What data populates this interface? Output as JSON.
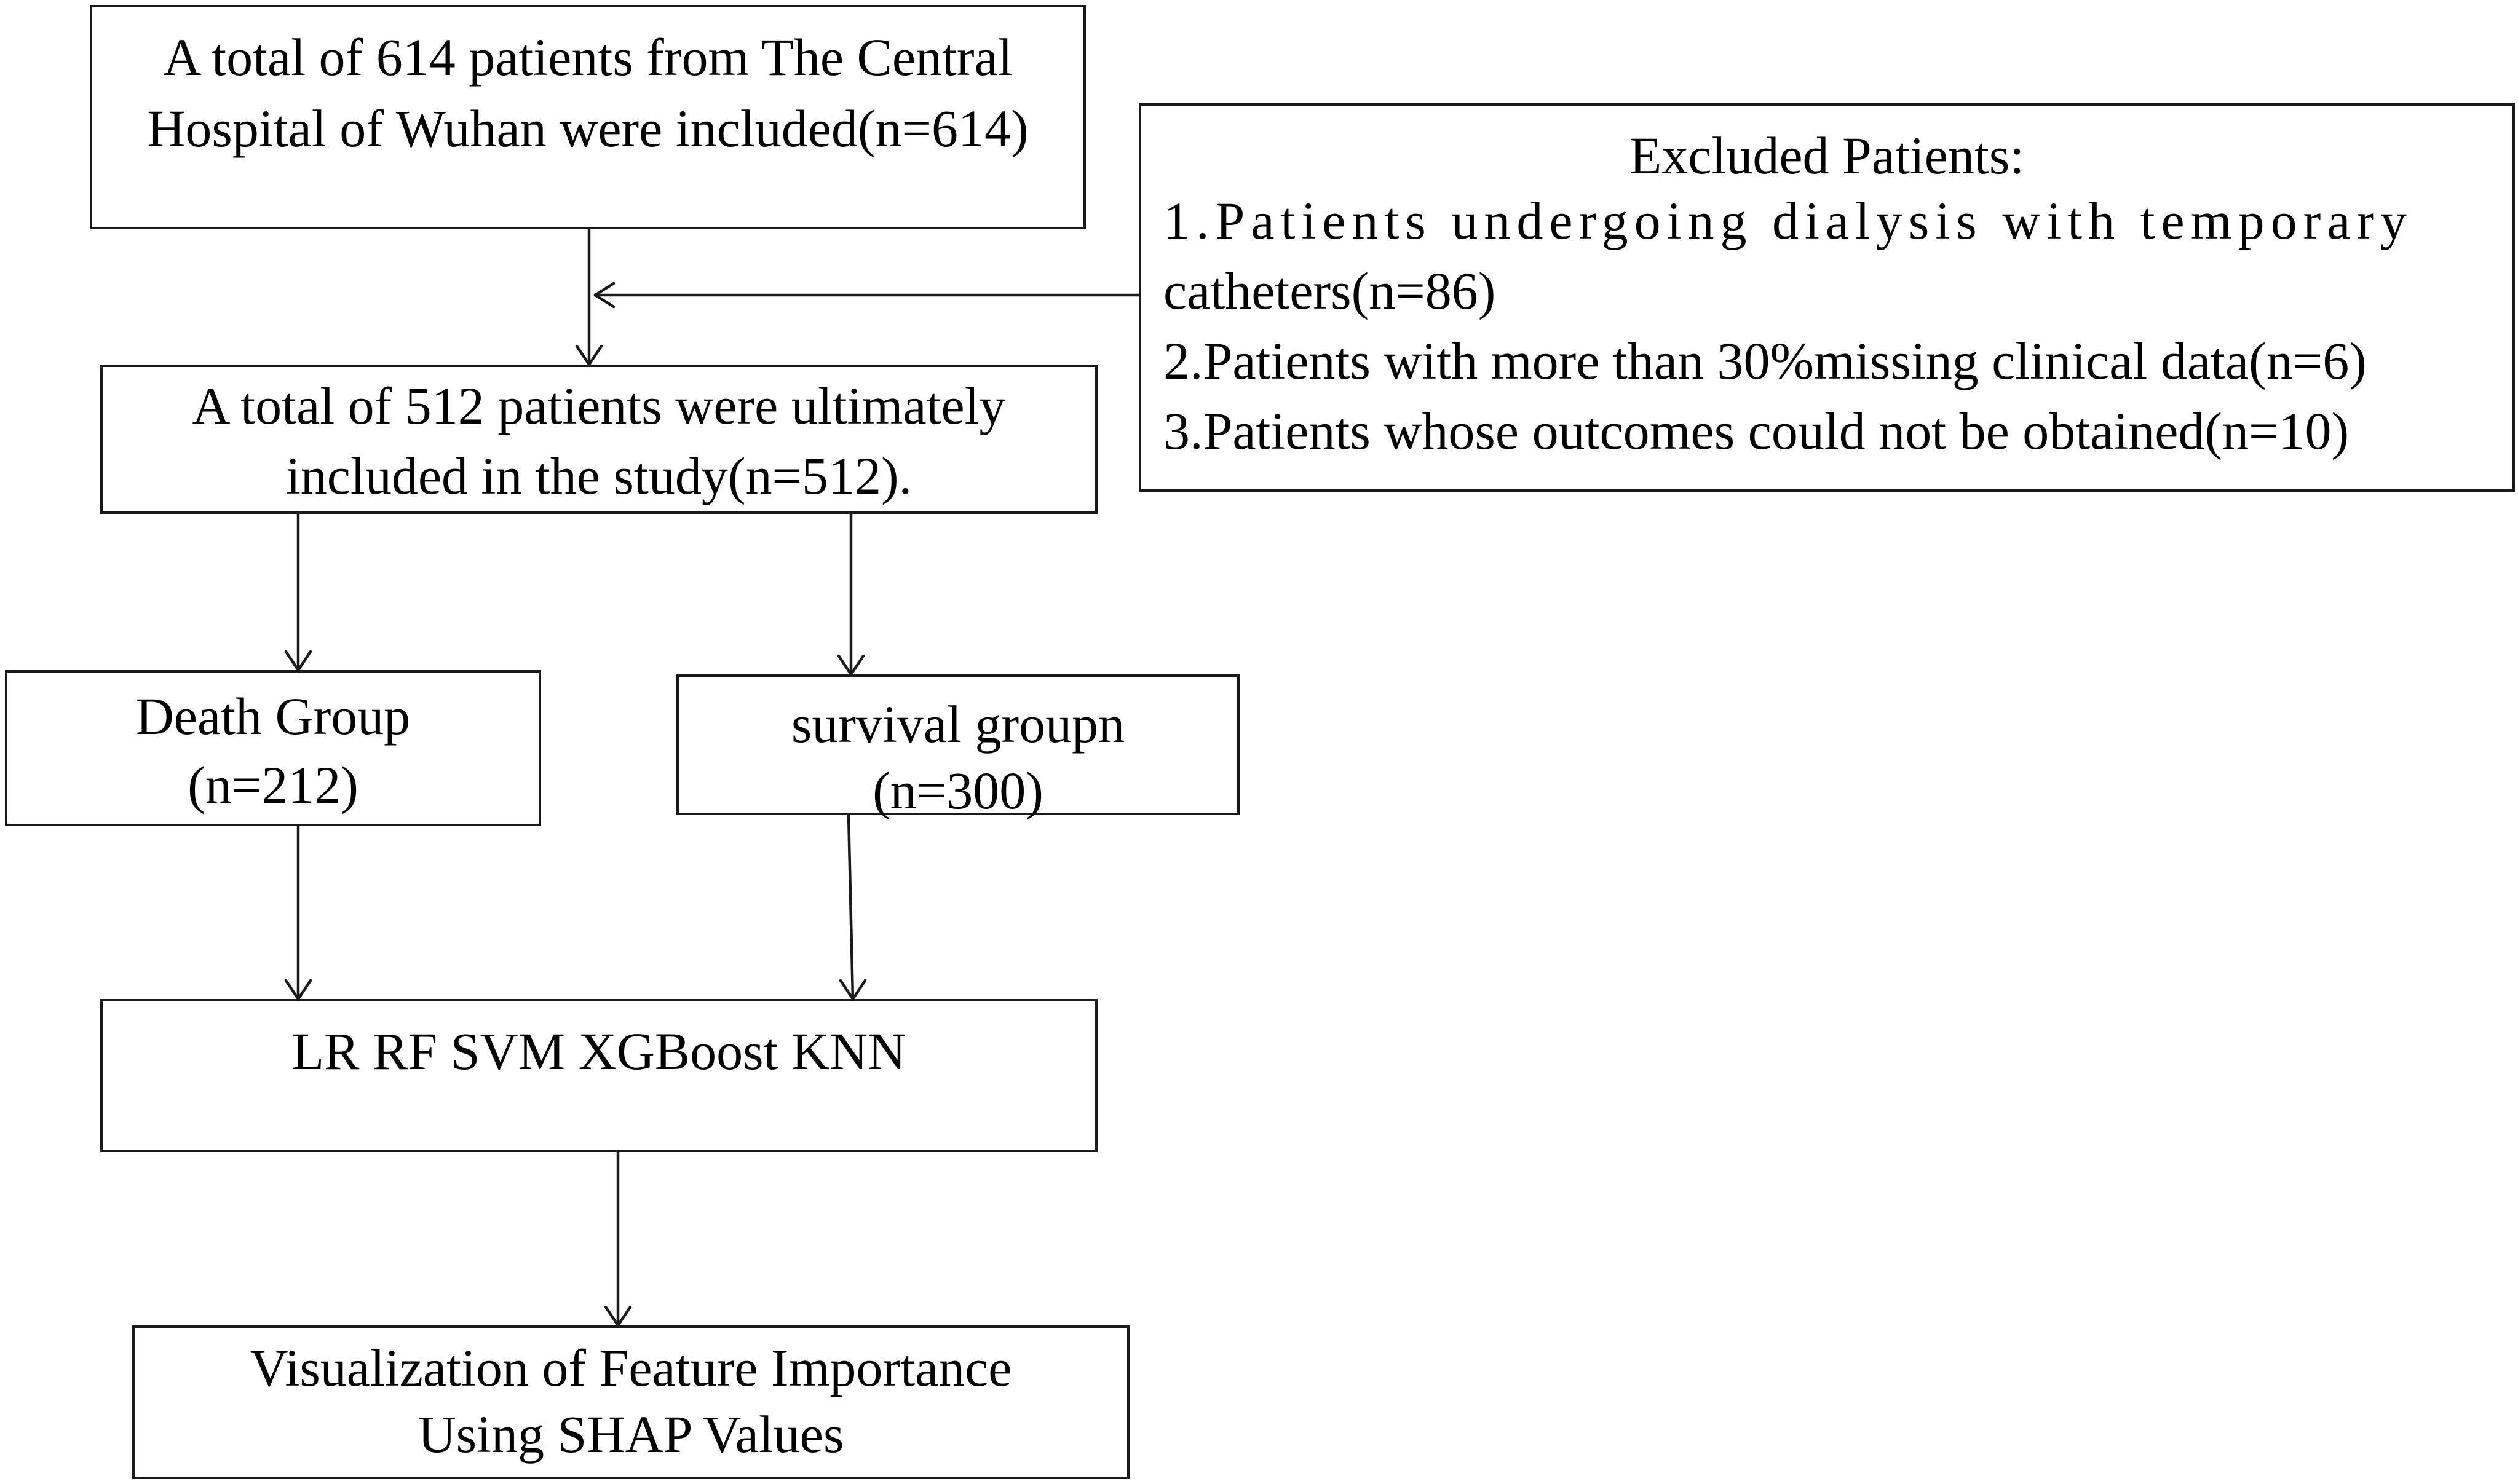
{
  "flowchart": {
    "start": {
      "line1": "A total of 614 patients from The Central",
      "line2": "Hospital of Wuhan were included(n=614)"
    },
    "excluded": {
      "title": "Excluded Patients:",
      "item1_line1": "1.Patients undergoing dialysis with temporary",
      "item1_line2": "catheters(n=86)",
      "item2": "2.Patients with more than 30%missing clinical data(n=6)",
      "item3": "3.Patients whose outcomes could not be obtained(n=10)"
    },
    "included": {
      "line1": "A total of 512 patients were ultimately",
      "line2": "included in the study(n=512)."
    },
    "death_group": {
      "line1": "Death Group",
      "line2": "(n=212)"
    },
    "survival_group": {
      "line1": "survival groupn",
      "line2": "(n=300)"
    },
    "models": {
      "label": "LR RF SVM XGBoost KNN"
    },
    "shap": {
      "line1": "Visualization of Feature Importance",
      "line2": "Using SHAP Values"
    }
  }
}
